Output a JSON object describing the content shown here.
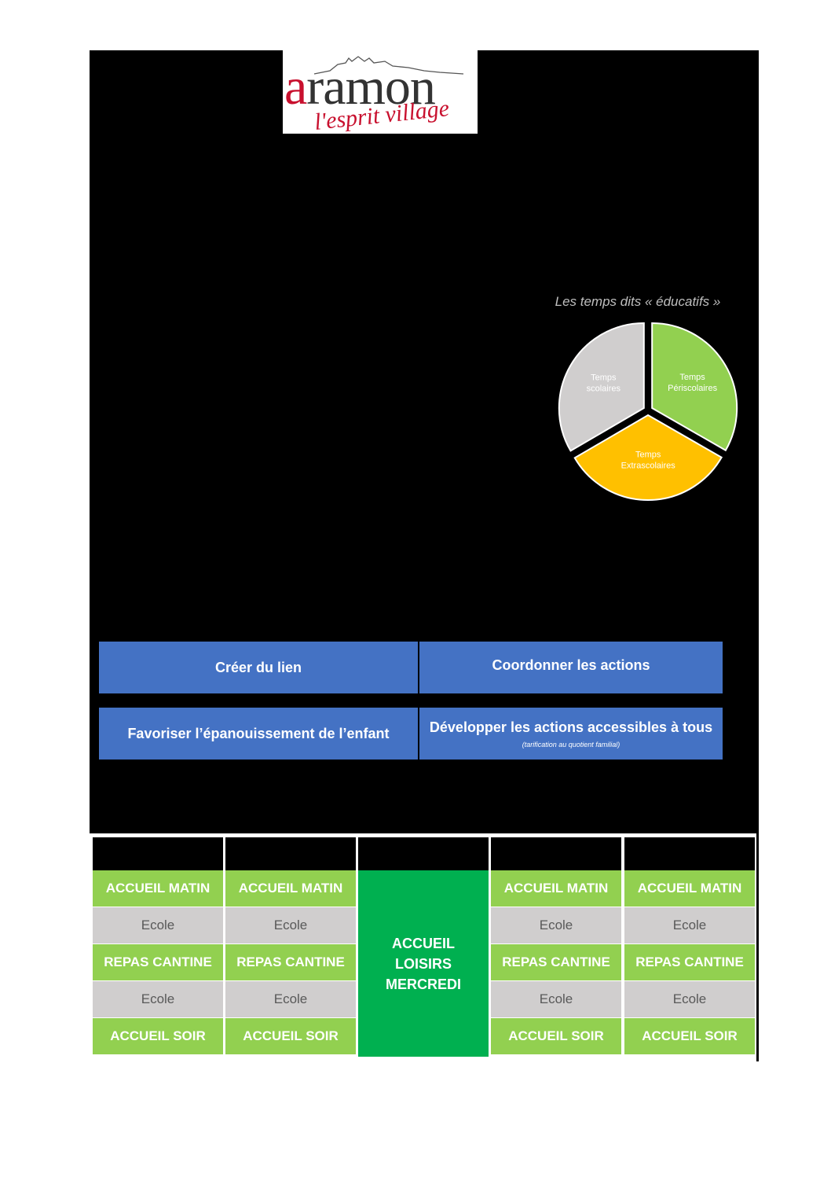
{
  "logo": {
    "brand_first": "a",
    "brand_rest": "ramon",
    "tagline": "l'esprit village"
  },
  "pie": {
    "title": "Les temps dits « éducatifs »",
    "colors": {
      "periscolaire": "#92d050",
      "extrascolaire": "#ffc000",
      "scolaire": "#d0cece"
    }
  },
  "chart_data": {
    "type": "pie",
    "title": "Les temps dits « éducatifs »",
    "categories": [
      "Temps Périscolaires",
      "Temps Extrascolaires",
      "Temps scolaires"
    ],
    "values": [
      33.3,
      33.3,
      33.4
    ],
    "label_lines": [
      [
        "Temps",
        "Périscolaires"
      ],
      [
        "Temps",
        "Extrascolaires"
      ],
      [
        "Temps",
        "scolaires"
      ]
    ],
    "colors": [
      "#92d050",
      "#ffc000",
      "#d0cece"
    ]
  },
  "goals": {
    "creer_lien": "Créer du lien",
    "coordonner": "Coordonner les actions",
    "favoriser": "Favoriser l’épanouissement de l’enfant",
    "developper": "Développer les actions accessibles à tous",
    "developper_note": "(tarification au quotient familial)"
  },
  "schedule": {
    "colors": {
      "accueil": "#92d050",
      "ecole": "#d0cece",
      "mercredi": "#00b050"
    },
    "accueil_matin": "ACCUEIL MATIN",
    "ecole": "Ecole",
    "repas_cantine": "REPAS CANTINE",
    "accueil_soir": "ACCUEIL SOIR",
    "mercredi": "ACCUEIL LOISIRS MERCREDI"
  }
}
